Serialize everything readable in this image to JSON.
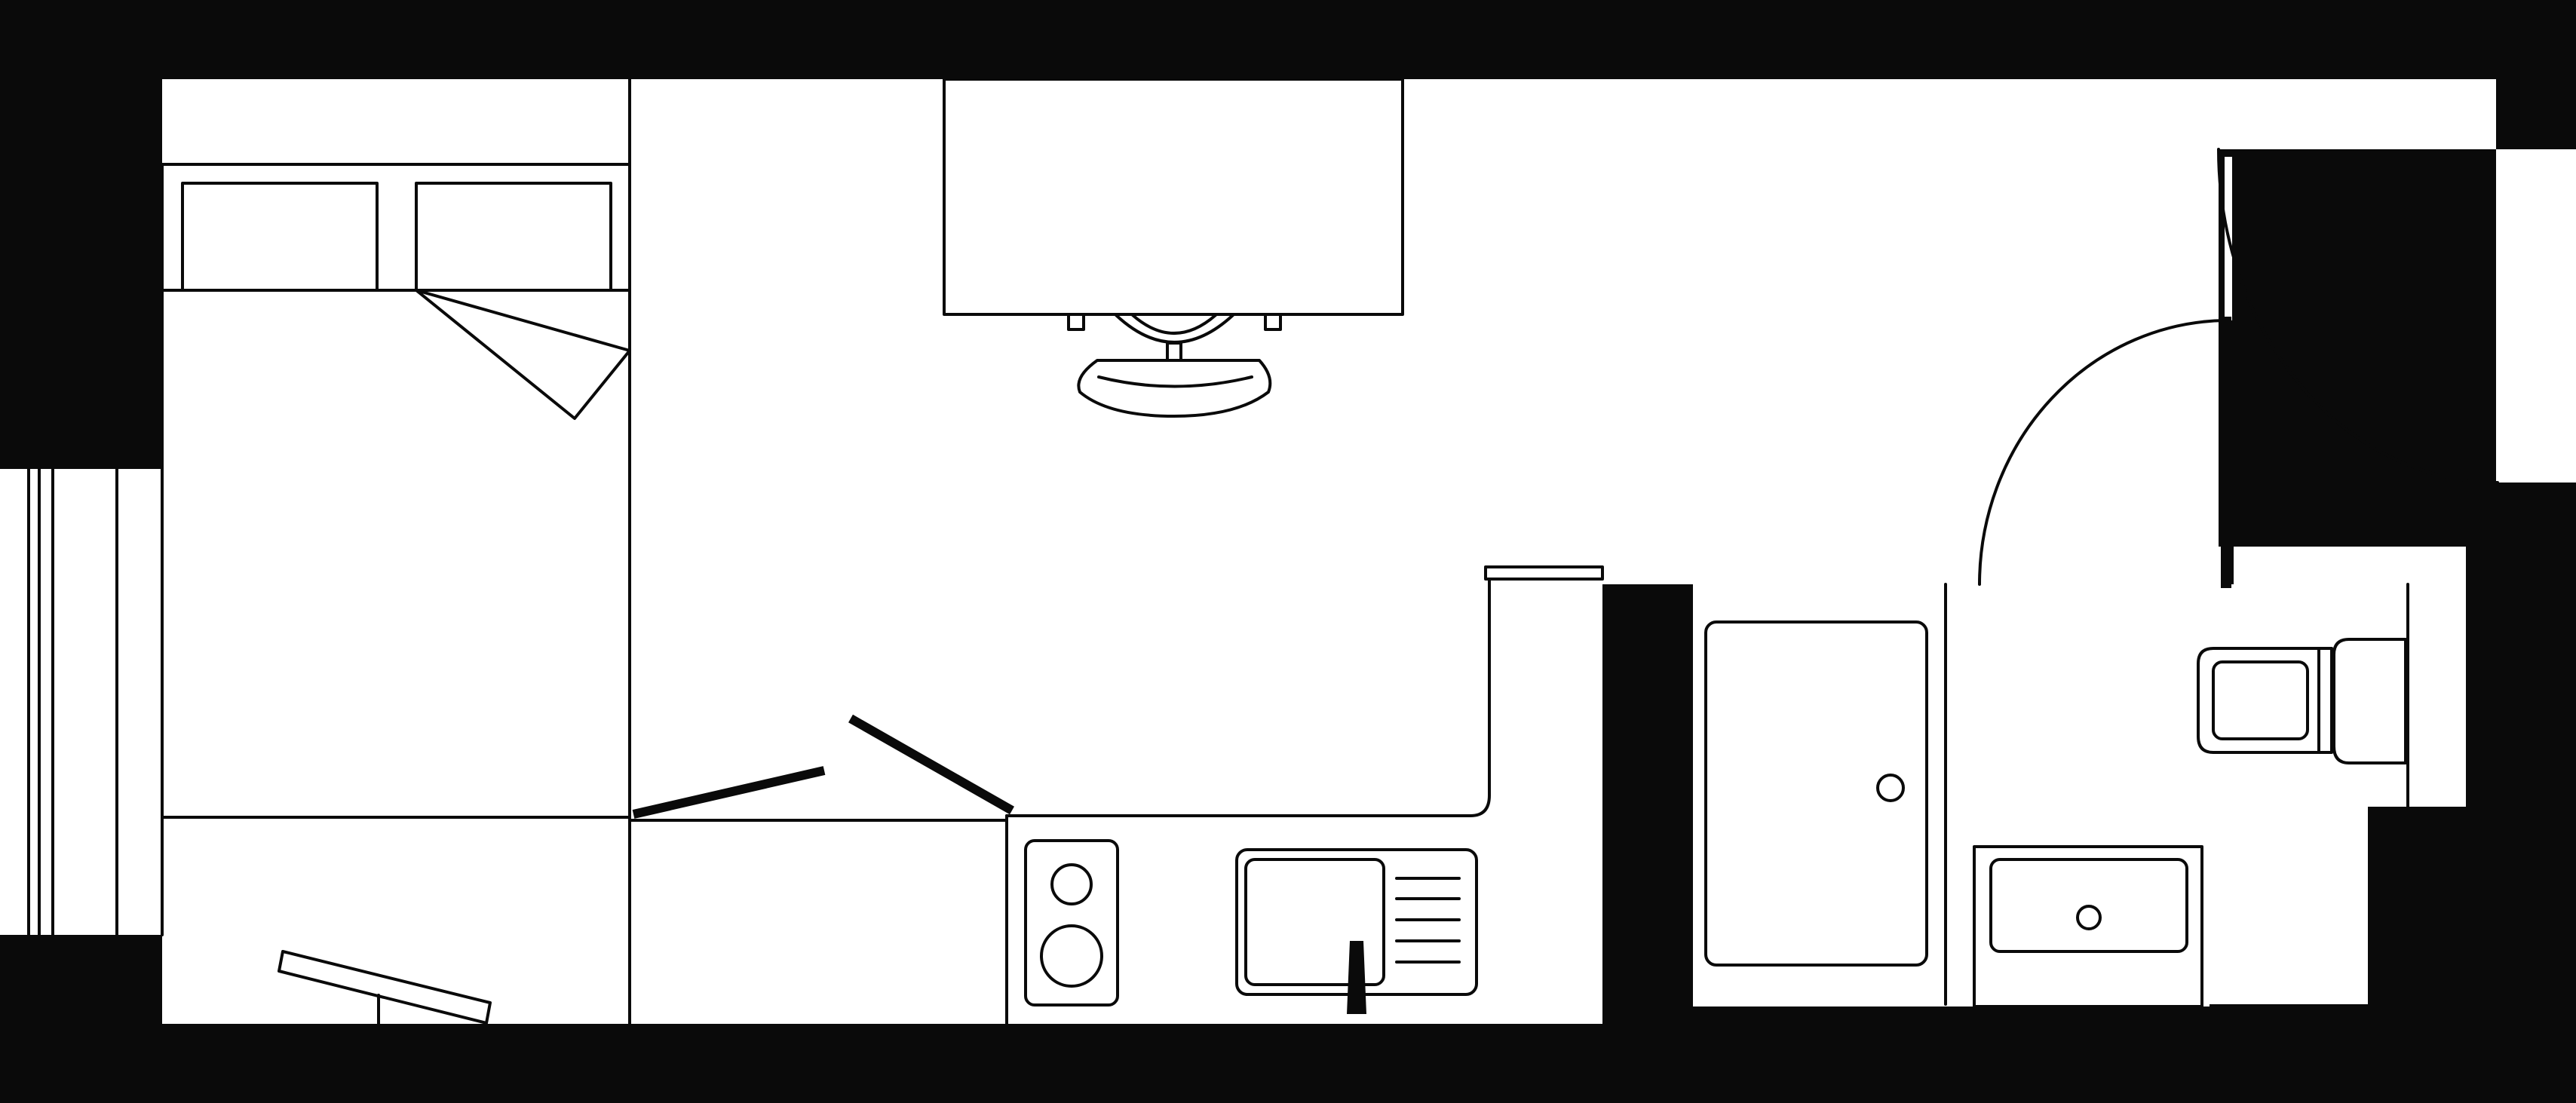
{
  "diagram": {
    "type": "floor-plan",
    "labels": [],
    "palette": {
      "wall": "#0a0a0a",
      "floor": "#ffffff"
    },
    "fixtures": [
      "window",
      "bed",
      "pillow",
      "wardrobe",
      "desk",
      "office-chair",
      "kitchen-counter",
      "hob",
      "kitchen-sink",
      "shower",
      "washbasin",
      "toilet",
      "entrance-door",
      "bathroom-door"
    ]
  }
}
